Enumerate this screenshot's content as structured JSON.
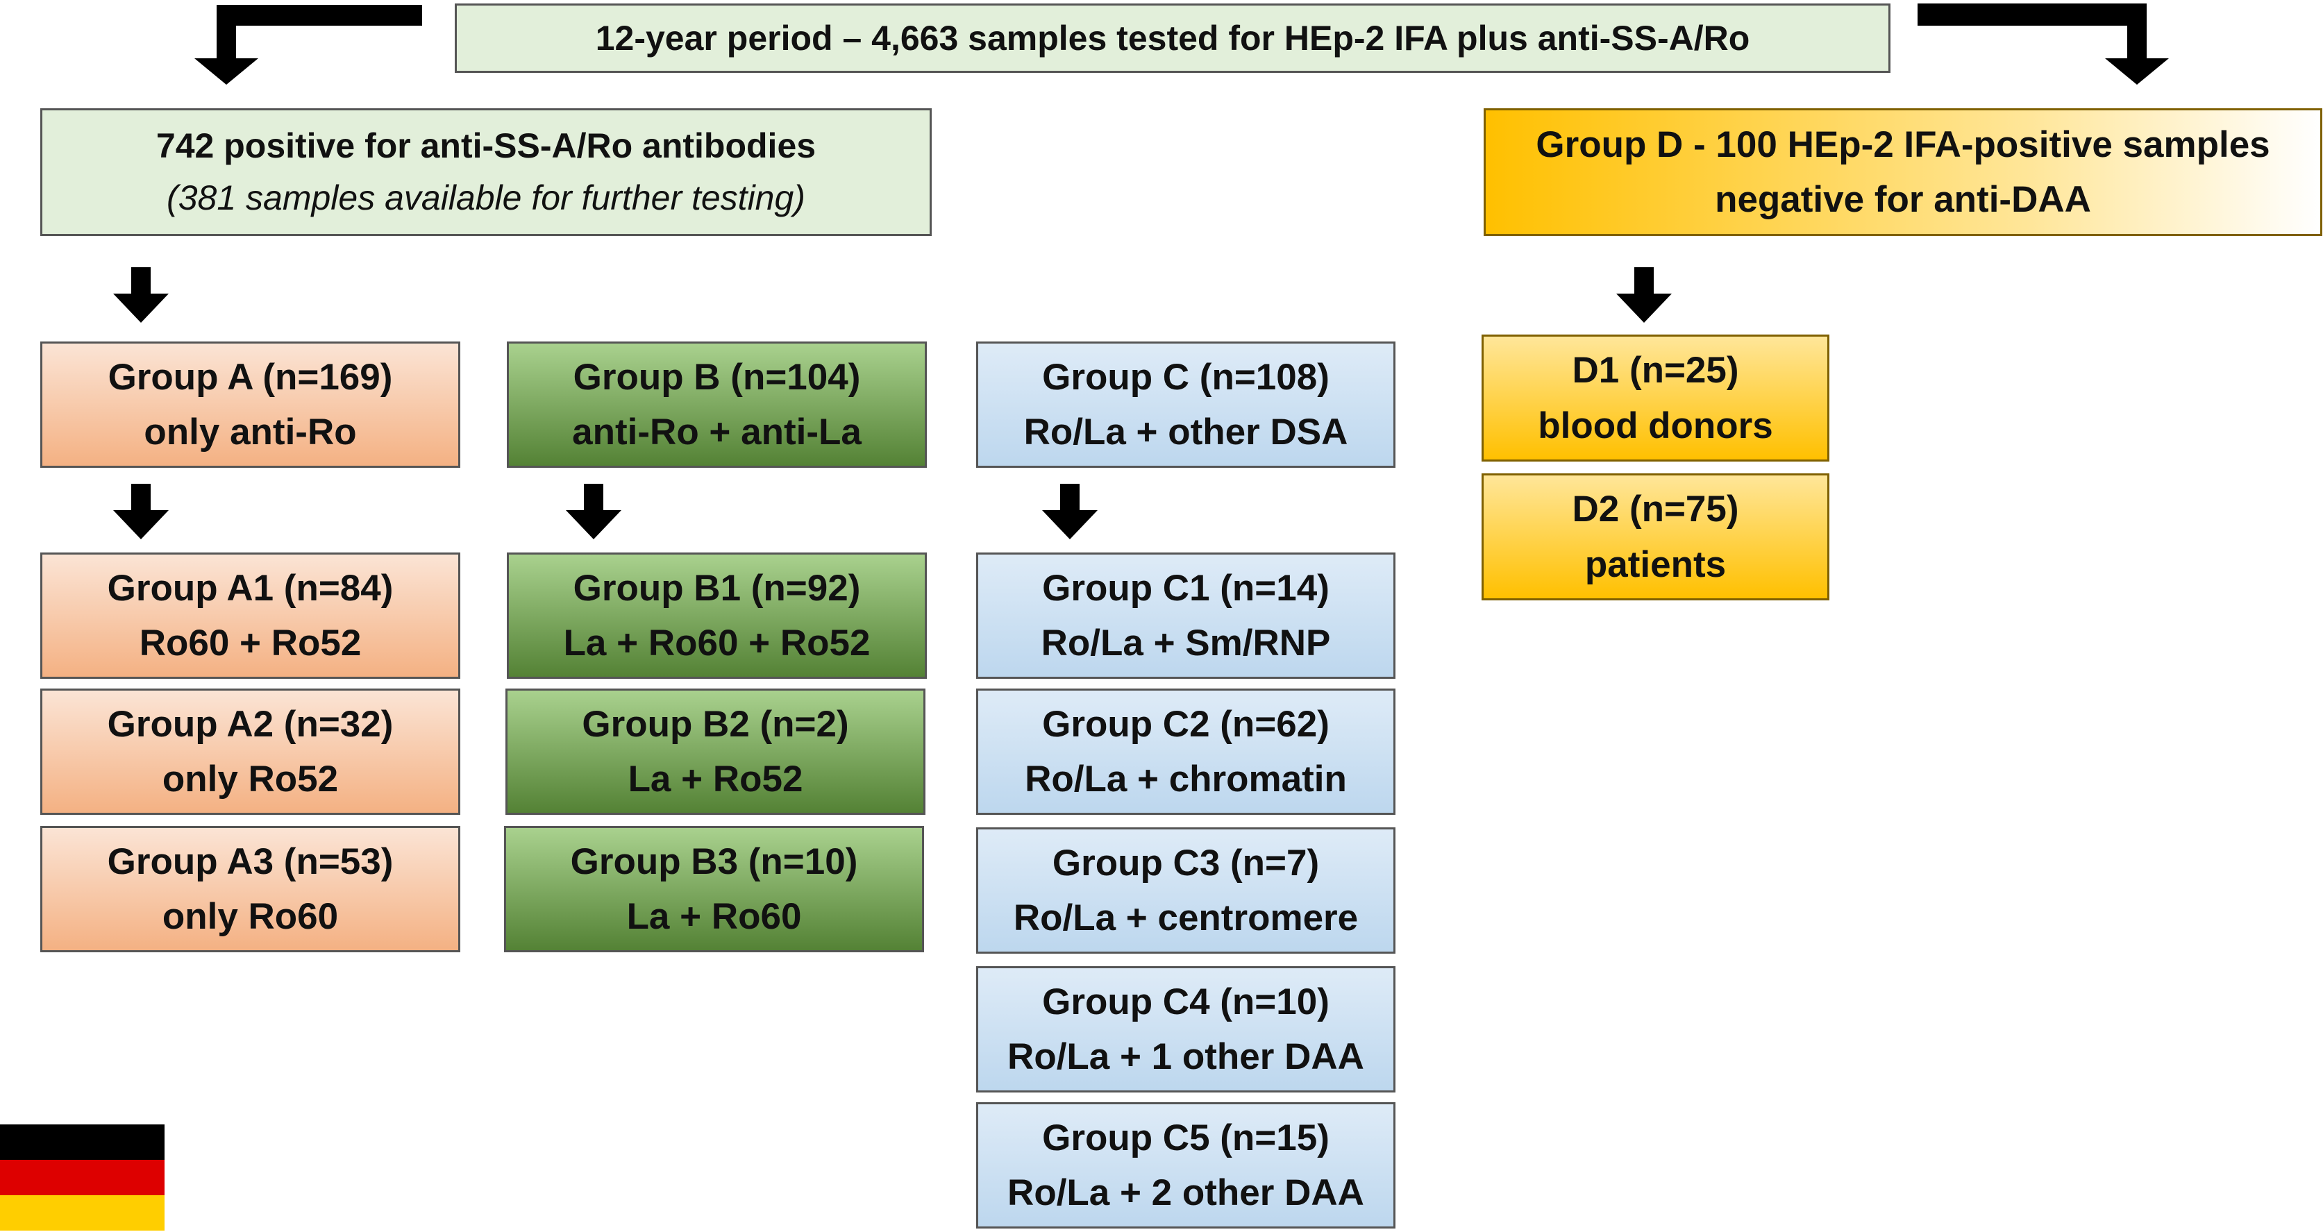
{
  "top": "12-year period – 4,663 samples tested for HEp-2 IFA plus anti-SS-A/Ro",
  "positive": {
    "line1": "742 positive for anti-SS-A/Ro antibodies",
    "line2": "(381 samples available for further testing)"
  },
  "group_d": {
    "line1": "Group D - 100 HEp-2 IFA-positive samples",
    "line2": "negative for anti-DAA"
  },
  "group_a": {
    "line1": "Group A (n=169)",
    "line2": "only anti-Ro"
  },
  "group_b": {
    "line1": "Group B (n=104)",
    "line2": "anti-Ro + anti-La"
  },
  "group_c": {
    "line1": "Group C (n=108)",
    "line2": "Ro/La + other DSA"
  },
  "group_a1": {
    "line1": "Group A1 (n=84)",
    "line2": "Ro60 + Ro52"
  },
  "group_a2": {
    "line1": "Group A2 (n=32)",
    "line2": "only Ro52"
  },
  "group_a3": {
    "line1": "Group A3 (n=53)",
    "line2": "only Ro60"
  },
  "group_b1": {
    "line1": "Group B1 (n=92)",
    "line2": "La + Ro60 + Ro52"
  },
  "group_b2": {
    "line1": "Group B2 (n=2)",
    "line2": "La + Ro52"
  },
  "group_b3": {
    "line1": "Group B3 (n=10)",
    "line2": "La + Ro60"
  },
  "group_c1": {
    "line1": "Group C1 (n=14)",
    "line2": "Ro/La + Sm/RNP"
  },
  "group_c2": {
    "line1": "Group C2 (n=62)",
    "line2": "Ro/La + chromatin"
  },
  "group_c3": {
    "line1": "Group C3 (n=7)",
    "line2": "Ro/La + centromere"
  },
  "group_c4": {
    "line1": "Group C4 (n=10)",
    "line2": "Ro/La + 1 other DAA"
  },
  "group_c5": {
    "line1": "Group C5 (n=15)",
    "line2": "Ro/La + 2 other DAA"
  },
  "group_d1": {
    "line1": "D1 (n=25)",
    "line2": "blood donors"
  },
  "group_d2": {
    "line1": "D2 (n=75)",
    "line2": "patients"
  },
  "flag_icon": "germany-flag-icon",
  "colors": {
    "flag_black": "#000000",
    "flag_red": "#dd0000",
    "flag_gold": "#ffce00",
    "arrow": "#000000"
  }
}
